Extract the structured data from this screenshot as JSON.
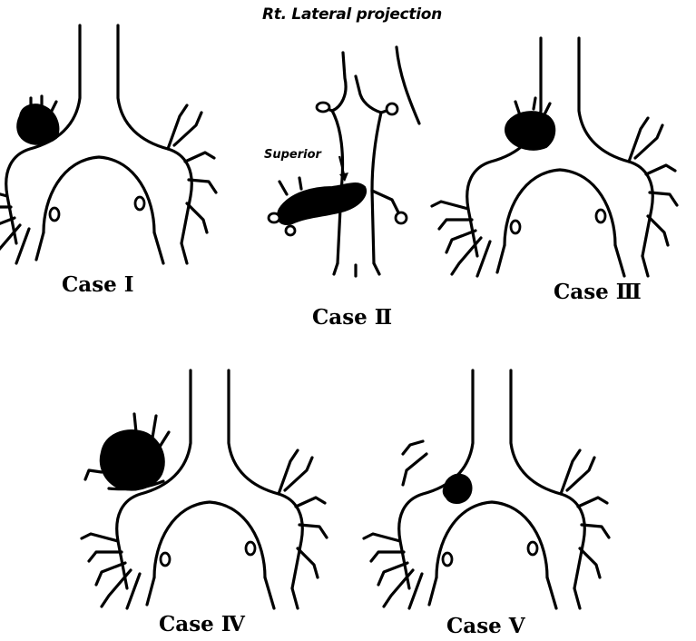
{
  "title": "Rt. Lateral projection",
  "annotation": "Superior",
  "cases": [
    {
      "label": "Case Ⅰ"
    },
    {
      "label": "Case Ⅱ"
    },
    {
      "label": "Case Ⅲ"
    },
    {
      "label": "Case Ⅳ"
    },
    {
      "label": "Case Ⅴ"
    }
  ],
  "colors": {
    "ink": "#000000",
    "background": "#ffffff"
  }
}
